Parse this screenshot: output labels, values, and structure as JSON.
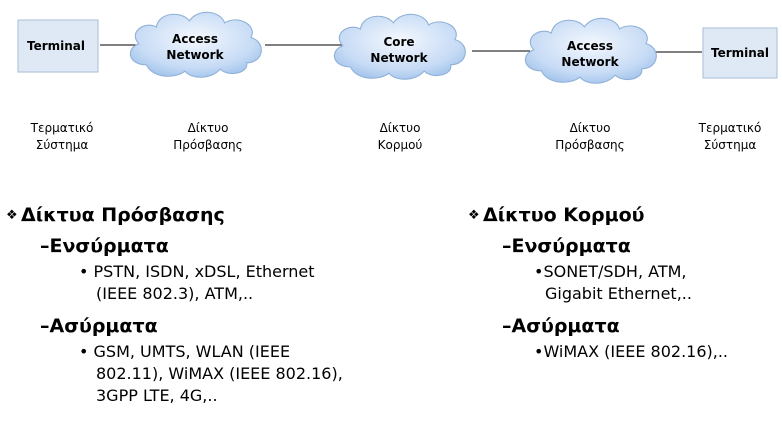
{
  "diagram": {
    "nodes": [
      {
        "label": "Terminal",
        "caption": [
          "Τερματικό",
          "Σύστημα"
        ]
      },
      {
        "label": [
          "Access",
          "Network"
        ],
        "caption": [
          "Δίκτυο",
          "Πρόσβασης"
        ]
      },
      {
        "label": [
          "Core",
          "Network"
        ],
        "caption": [
          "Δίκτυο",
          "Κορμού"
        ]
      },
      {
        "label": [
          "Access",
          "Network"
        ],
        "caption": [
          "Δίκτυο",
          "Πρόσβασης"
        ]
      },
      {
        "label": "Terminal",
        "caption": [
          "Τερματικό",
          "Σύστημα"
        ]
      }
    ]
  },
  "left": {
    "heading": "Δίκτυα Πρόσβασης",
    "groups": [
      {
        "title": "–Ενσύρματα",
        "lines": [
          "• PSTN, ISDN, xDSL, Ethernet",
          "(IEEE 802.3), ATM,.."
        ]
      },
      {
        "title": "–Ασύρματα",
        "lines": [
          "• GSM, UMTS, WLAN (IEEE",
          "802.11), WiMAX (IEEE 802.16),",
          "3GPP LTE, 4G,.."
        ]
      }
    ]
  },
  "right": {
    "heading": "Δίκτυο Κορμού",
    "groups": [
      {
        "title": "–Ενσύρματα",
        "lines": [
          "•SONET/SDH, ATM,",
          "Gigabit Ethernet,.."
        ]
      },
      {
        "title": "–Ασύρματα",
        "lines": [
          "•WiMAX (IEEE 802.16),.."
        ]
      }
    ]
  },
  "colors": {
    "terminal_fill": "#dfe9f5",
    "terminal_stroke": "#9fb6d0",
    "cloud_fill": "#a9c8ee",
    "cloud_stroke": "#8fb0d8"
  }
}
